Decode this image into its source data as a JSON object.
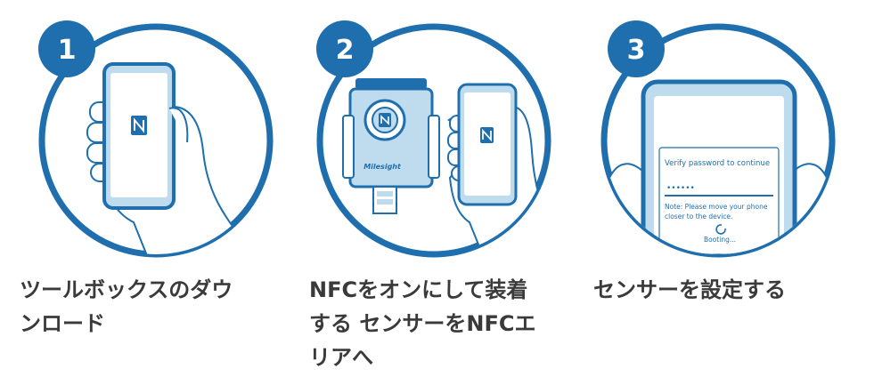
{
  "steps": [
    {
      "number": "1",
      "caption_lines": [
        "ツールボックスのダウ",
        "ンロード"
      ]
    },
    {
      "number": "2",
      "device_brand": "Milesight",
      "caption_lines": [
        "NFCをオンにして装着",
        "する センサーをNFCエ",
        "リアへ"
      ]
    },
    {
      "number": "3",
      "screen": {
        "prompt": "Verify password to continue",
        "password_mask": "••••••",
        "note_line1": "Note: Please move your phone",
        "note_line2": "closer to the device.",
        "status": "Booting..."
      },
      "caption_lines": [
        "センサーを設定する"
      ]
    }
  ],
  "colors": {
    "primary_blue": "#1f6fae",
    "light_blue": "#bfdcef",
    "caption_text": "#3a3a3a"
  },
  "icons": [
    "nfc-icon",
    "hand-icon",
    "arrow-left-icon",
    "spinner-icon"
  ]
}
